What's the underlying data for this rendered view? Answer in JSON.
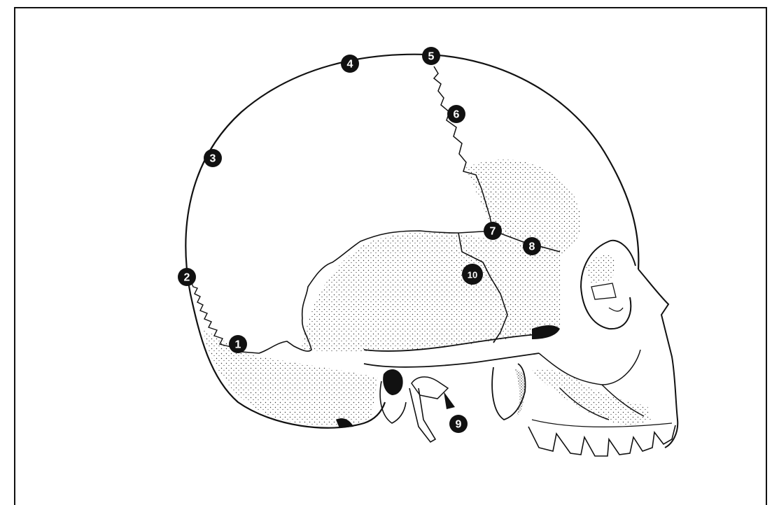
{
  "diagram": {
    "markers": [
      {
        "id": "m1",
        "label": "1"
      },
      {
        "id": "m2",
        "label": "2"
      },
      {
        "id": "m3",
        "label": "3"
      },
      {
        "id": "m4",
        "label": "4"
      },
      {
        "id": "m5",
        "label": "5"
      },
      {
        "id": "m6",
        "label": "6"
      },
      {
        "id": "m7",
        "label": "7"
      },
      {
        "id": "m8",
        "label": "8"
      },
      {
        "id": "m9",
        "label": "9"
      },
      {
        "id": "m10",
        "label": "10"
      }
    ],
    "colors": {
      "ink": "#111111",
      "paper": "#ffffff",
      "stipple": "#3a3a3a"
    }
  }
}
